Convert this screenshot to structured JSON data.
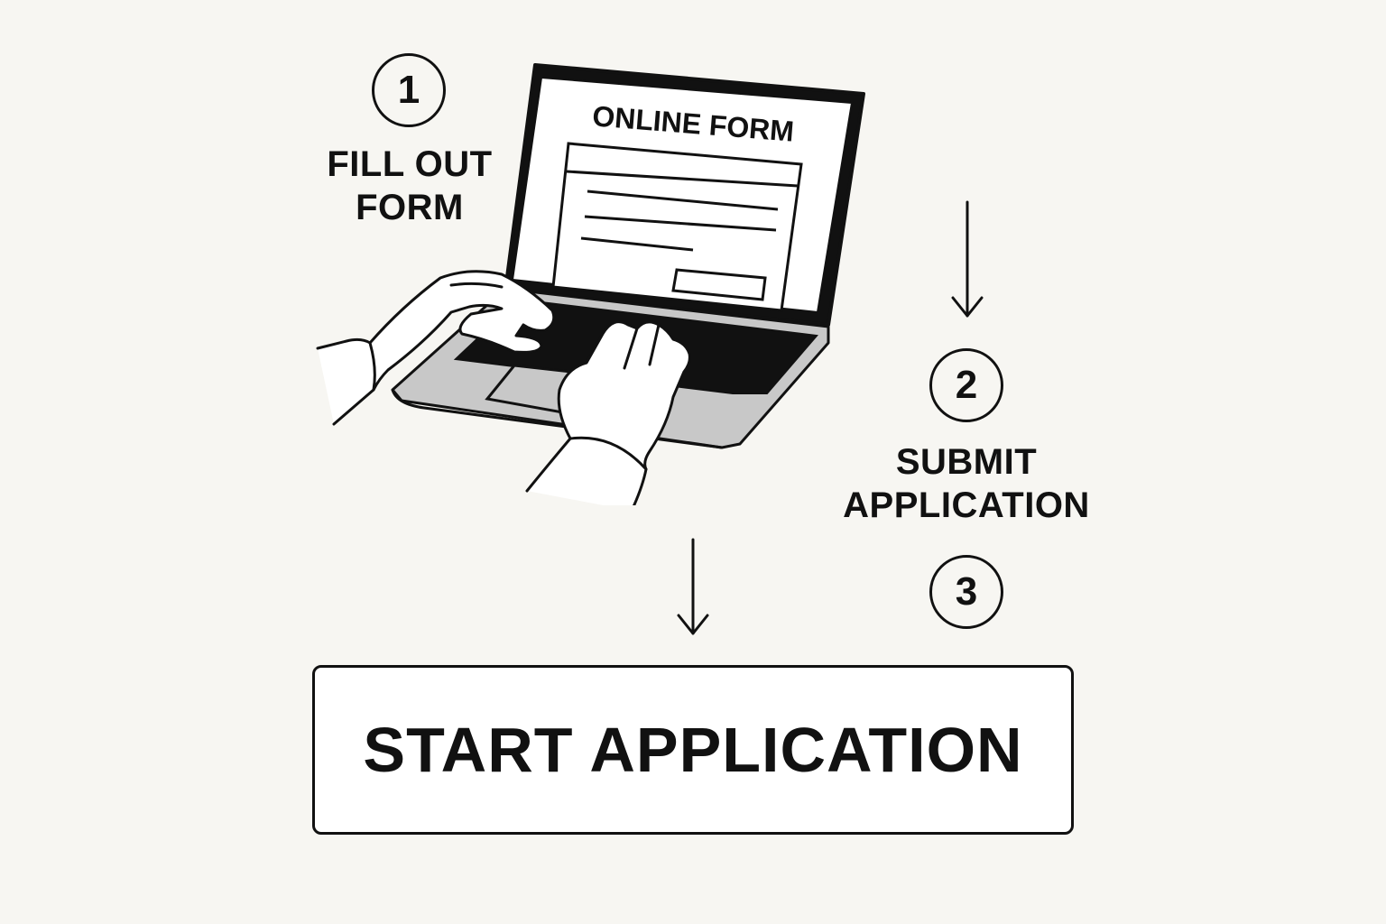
{
  "steps": [
    {
      "number": "1",
      "label_lines": [
        "FILL OUT",
        "FORM"
      ]
    },
    {
      "number": "2",
      "label_lines": [
        "SUBMIT",
        "APPLICATION"
      ]
    },
    {
      "number": "3",
      "label_lines": []
    }
  ],
  "laptop": {
    "screen_title": "ONLINE FORM"
  },
  "cta": {
    "label": "START APPLICATION"
  },
  "icons": {
    "laptop": "laptop-with-hands-icon",
    "arrow": "arrow-down-icon"
  },
  "colors": {
    "background": "#f7f6f2",
    "ink": "#111111",
    "laptop_base": "#c8c8c8",
    "screen": "#ffffff"
  }
}
